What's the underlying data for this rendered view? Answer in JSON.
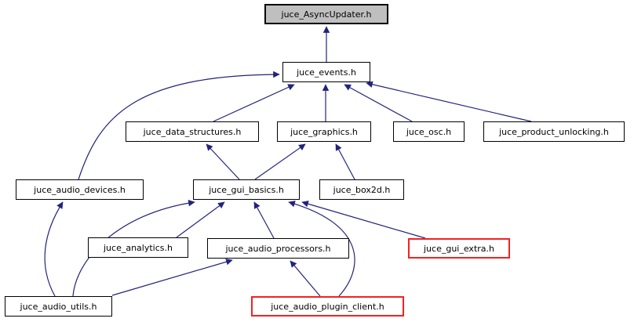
{
  "diagram": {
    "title": "juce_AsyncUpdater.h include dependency graph",
    "root_file": "juce_AsyncUpdater.h",
    "colors": {
      "edge": "#23237c",
      "current_node_fill": "#bfbfbf",
      "normal_node_fill": "#ffffff",
      "normal_border": "#000000",
      "highlight_border": "#f42121",
      "text": "#000000"
    },
    "nodes": [
      {
        "id": "async_updater",
        "label": "juce_AsyncUpdater.h",
        "style": "current"
      },
      {
        "id": "events",
        "label": "juce_events.h",
        "style": "normal"
      },
      {
        "id": "data_structures",
        "label": "juce_data_structures.h",
        "style": "normal"
      },
      {
        "id": "graphics",
        "label": "juce_graphics.h",
        "style": "normal"
      },
      {
        "id": "osc",
        "label": "juce_osc.h",
        "style": "normal"
      },
      {
        "id": "product_unlocking",
        "label": "juce_product_unlocking.h",
        "style": "normal"
      },
      {
        "id": "audio_devices",
        "label": "juce_audio_devices.h",
        "style": "normal"
      },
      {
        "id": "gui_basics",
        "label": "juce_gui_basics.h",
        "style": "normal"
      },
      {
        "id": "box2d",
        "label": "juce_box2d.h",
        "style": "normal"
      },
      {
        "id": "analytics",
        "label": "juce_analytics.h",
        "style": "normal"
      },
      {
        "id": "audio_processors",
        "label": "juce_audio_processors.h",
        "style": "normal"
      },
      {
        "id": "gui_extra",
        "label": "juce_gui_extra.h",
        "style": "red"
      },
      {
        "id": "audio_utils",
        "label": "juce_audio_utils.h",
        "style": "normal"
      },
      {
        "id": "plugin_client",
        "label": "juce_audio_plugin_client.h",
        "style": "red"
      }
    ],
    "edges": [
      {
        "from": "events",
        "to": "async_updater"
      },
      {
        "from": "audio_devices",
        "to": "events"
      },
      {
        "from": "data_structures",
        "to": "events"
      },
      {
        "from": "graphics",
        "to": "events"
      },
      {
        "from": "osc",
        "to": "events"
      },
      {
        "from": "product_unlocking",
        "to": "events"
      },
      {
        "from": "gui_basics",
        "to": "data_structures"
      },
      {
        "from": "gui_basics",
        "to": "graphics"
      },
      {
        "from": "box2d",
        "to": "graphics"
      },
      {
        "from": "analytics",
        "to": "gui_basics"
      },
      {
        "from": "audio_processors",
        "to": "gui_basics"
      },
      {
        "from": "gui_extra",
        "to": "gui_basics"
      },
      {
        "from": "audio_utils",
        "to": "gui_basics"
      },
      {
        "from": "audio_utils",
        "to": "audio_devices"
      },
      {
        "from": "audio_utils",
        "to": "audio_processors"
      },
      {
        "from": "plugin_client",
        "to": "audio_processors"
      },
      {
        "from": "plugin_client",
        "to": "gui_basics"
      }
    ]
  }
}
